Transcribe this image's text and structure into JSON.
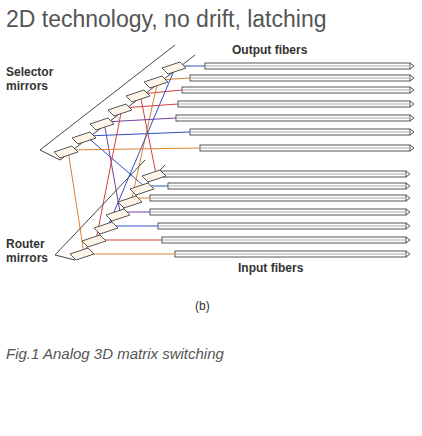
{
  "diagram": {
    "title": "2D technology, no drift, latching",
    "caption": "Fig.1 Analog 3D matrix switching",
    "labels": [
      "Output fibers",
      "Selector mirrors",
      "Router mirrors",
      "Input fibers",
      "(b)"
    ]
  }
}
